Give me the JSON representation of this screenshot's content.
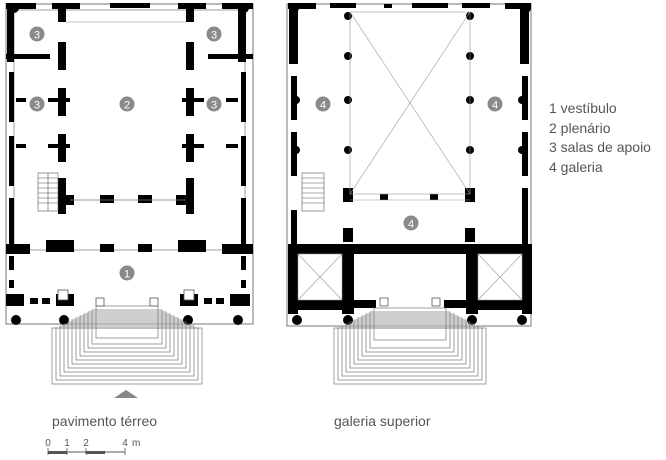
{
  "room_markers": {
    "ground": [
      "3",
      "3",
      "3",
      "3",
      "2",
      "1"
    ],
    "upper": [
      "4",
      "4",
      "4"
    ]
  },
  "legend": [
    "1 vestíbulo",
    "2 plenário",
    "3 salas de apoio",
    "4 galeria"
  ],
  "captions": {
    "ground": "pavimento térreo",
    "upper": "galeria superior"
  },
  "scale_bar": {
    "ticks": [
      "0",
      "1",
      "2",
      "4"
    ],
    "unit": "m"
  },
  "colors": {
    "wall": "#000000",
    "thin_line": "#777777",
    "marker_fill": "#8a8a8a",
    "text": "#555555"
  }
}
